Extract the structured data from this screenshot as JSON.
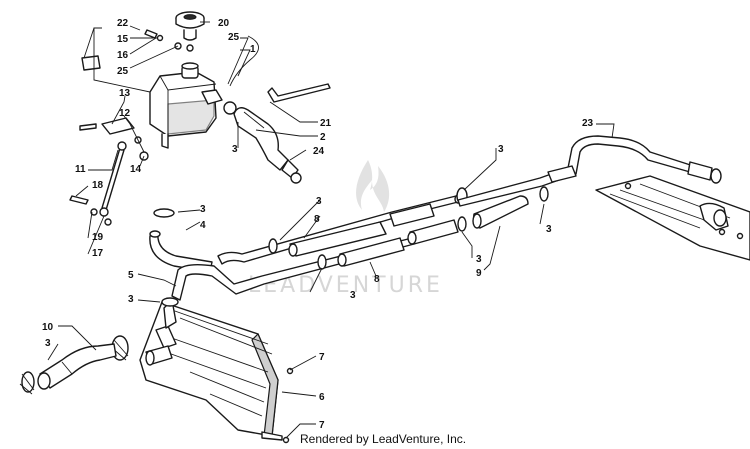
{
  "callouts": [
    {
      "id": "c22",
      "label": "22"
    },
    {
      "id": "c15",
      "label": "15"
    },
    {
      "id": "c16",
      "label": "16"
    },
    {
      "id": "c25a",
      "label": "25"
    },
    {
      "id": "c20",
      "label": "20"
    },
    {
      "id": "c25b",
      "label": "25"
    },
    {
      "id": "c1",
      "label": "1"
    },
    {
      "id": "c13",
      "label": "13"
    },
    {
      "id": "c12",
      "label": "12"
    },
    {
      "id": "c11",
      "label": "11"
    },
    {
      "id": "c18",
      "label": "18"
    },
    {
      "id": "c19",
      "label": "19"
    },
    {
      "id": "c17",
      "label": "17"
    },
    {
      "id": "c14",
      "label": "14"
    },
    {
      "id": "c21",
      "label": "21"
    },
    {
      "id": "c2",
      "label": "2"
    },
    {
      "id": "c24",
      "label": "24"
    },
    {
      "id": "c3a",
      "label": "3"
    },
    {
      "id": "c3b",
      "label": "3"
    },
    {
      "id": "c4",
      "label": "4"
    },
    {
      "id": "c5",
      "label": "5"
    },
    {
      "id": "c3c",
      "label": "3"
    },
    {
      "id": "c10",
      "label": "10"
    },
    {
      "id": "c3d",
      "label": "3"
    },
    {
      "id": "c7a",
      "label": "7"
    },
    {
      "id": "c6",
      "label": "6"
    },
    {
      "id": "c7b",
      "label": "7"
    },
    {
      "id": "c3e",
      "label": "3"
    },
    {
      "id": "c8a",
      "label": "8"
    },
    {
      "id": "c8b",
      "label": "8"
    },
    {
      "id": "c3f",
      "label": "3"
    },
    {
      "id": "c3g",
      "label": "3"
    },
    {
      "id": "c3h",
      "label": "3"
    },
    {
      "id": "c9",
      "label": "9"
    },
    {
      "id": "c3i",
      "label": "3"
    },
    {
      "id": "c23",
      "label": "23"
    }
  ],
  "watermark": "LEADVENTURE",
  "credit": "Rendered by LeadVenture, Inc."
}
